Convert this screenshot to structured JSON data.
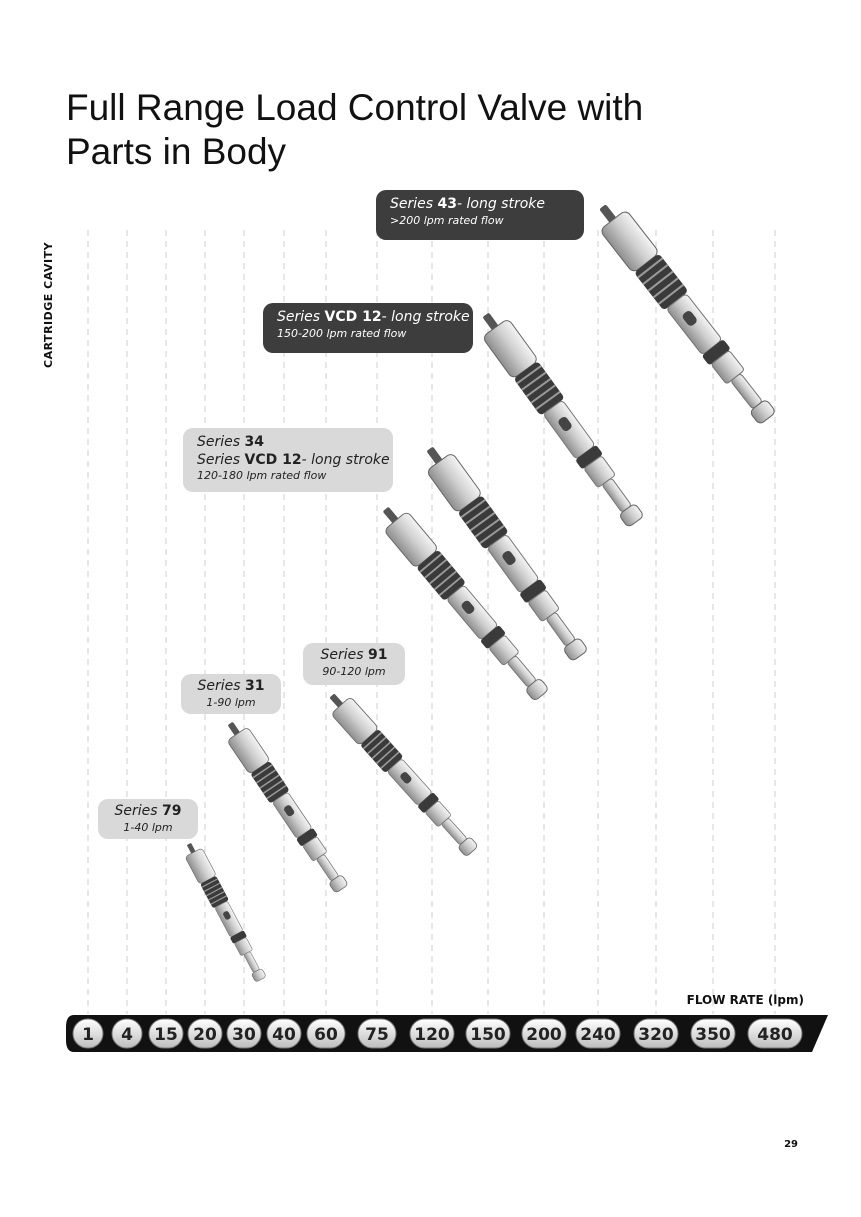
{
  "title": "Full Range Load Control Valve with Parts in Body",
  "axis_y_label": "CARTRIDGE CAVITY",
  "axis_x_label": "FLOW RATE (lpm)",
  "flow_rates": [
    "1",
    "4",
    "15",
    "20",
    "30",
    "40",
    "60",
    "75",
    "120",
    "150",
    "200",
    "240",
    "320",
    "350",
    "480"
  ],
  "series": [
    {
      "id": "s43",
      "prefix": "Series ",
      "name": "43",
      "suffix": "- long stroke",
      "flow": ">200 lpm rated flow",
      "style": "dark"
    },
    {
      "id": "svcd12",
      "prefix": "Series ",
      "name": "VCD 12",
      "suffix": "- long stroke",
      "flow": "150-200 lpm rated flow",
      "style": "dark"
    },
    {
      "id": "s34",
      "prefix": "Series ",
      "name": "34",
      "line2_prefix": "Series ",
      "line2_name": "VCD 12",
      "line2_suffix": "- long stroke",
      "flow": "120-180 lpm rated flow",
      "style": "light"
    },
    {
      "id": "s91",
      "prefix": "Series ",
      "name": "91",
      "flow": "90-120 lpm",
      "style": "light"
    },
    {
      "id": "s31",
      "prefix": "Series ",
      "name": "31",
      "flow": "1-90 lpm",
      "style": "light"
    },
    {
      "id": "s79",
      "prefix": "Series ",
      "name": "79",
      "flow": "1-40 lpm",
      "style": "light"
    }
  ],
  "page_number": "29",
  "colors": {
    "dark_label": "#3d3d3d",
    "light_label": "#d9d9d9",
    "bar": "#111111",
    "accent_ring": "#c0302a"
  }
}
